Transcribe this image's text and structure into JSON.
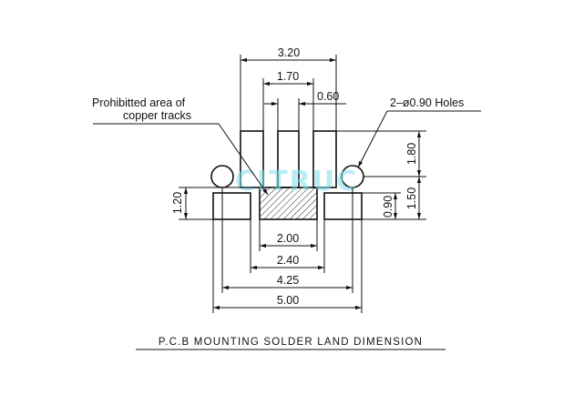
{
  "dimensions": {
    "d_320": "3.20",
    "d_170": "1.70",
    "d_060": "0.60",
    "d_180": "1.80",
    "d_150": "1.50",
    "d_120": "1.20",
    "d_090": "0.90",
    "d_200": "2.00",
    "d_240": "2.40",
    "d_425": "4.25",
    "d_500": "5.00"
  },
  "labels": {
    "prohibited_line1": "Prohibitted area of",
    "prohibited_line2": "copper tracks",
    "holes": "2–ø0.90 Holes",
    "title": "P.C.B MOUNTING SOLDER LAND DIMENSION",
    "watermark": "CITRUC"
  }
}
